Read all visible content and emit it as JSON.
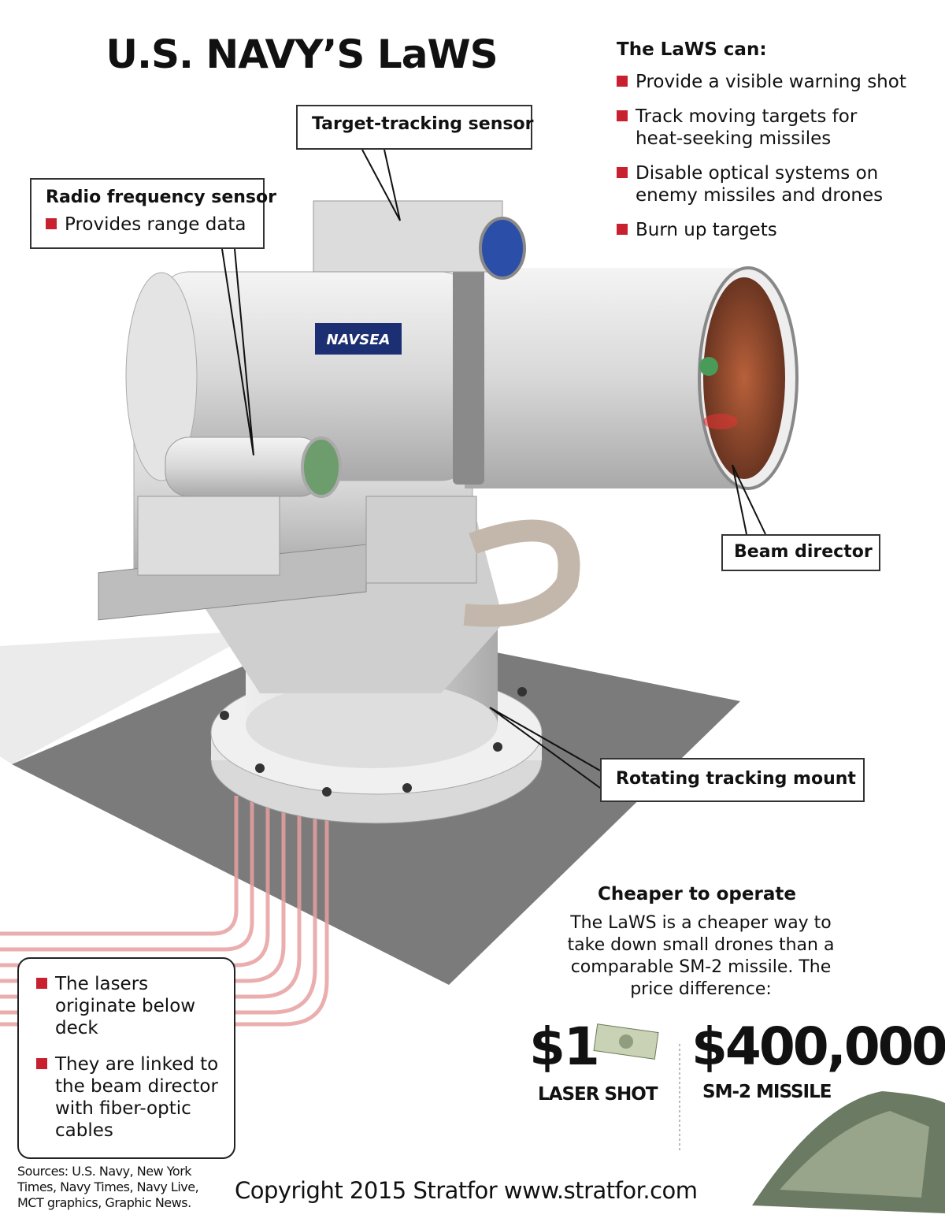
{
  "title": "U.S. NAVY’S LaWS",
  "capabilities": {
    "heading": "The LaWS can:",
    "items": [
      "Provide a visible warning shot",
      "Track moving targets for heat-seeking missiles",
      "Disable optical systems on enemy missiles and drones",
      "Burn up targets"
    ]
  },
  "callouts": {
    "target_tracking": "Target-tracking sensor",
    "radio_frequency": {
      "title": "Radio frequency sensor",
      "item": "Provides range data"
    },
    "beam_director": "Beam director",
    "rotating_mount": "Rotating tracking mount"
  },
  "logo_text": "NAVSEA",
  "lasers_box": [
    "The lasers originate below deck",
    "They are linked to the beam director with fiber-optic cables"
  ],
  "cost": {
    "heading": "Cheaper to operate",
    "text": "The LaWS is a cheaper way to take down small drones than a comparable SM-2 missile. The price difference:",
    "laser_price": "$1",
    "laser_label": "LASER SHOT",
    "missile_price": "$400,000",
    "missile_label": "SM-2 MISSILE"
  },
  "sources": "Sources: U.S. Navy, New York Times, Navy Times, Navy Live, MCT graphics, Graphic News.",
  "copyright": "Copyright 2015 Stratfor www.stratfor.com",
  "colors": {
    "accent": "#c8202f",
    "plate": "#7b7b7b",
    "navsea": "#1d2f73"
  }
}
